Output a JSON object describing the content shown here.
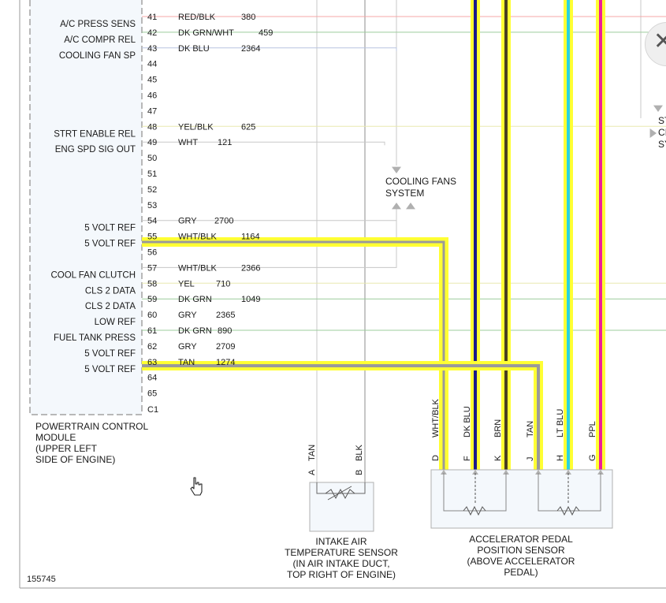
{
  "pcm": {
    "pins": [
      {
        "pin": "41",
        "func": "A/C PRESS SENS",
        "color": "RED/BLK",
        "circuit": "380"
      },
      {
        "pin": "42",
        "func": "A/C COMPR REL",
        "color": "DK GRN/WHT",
        "circuit": "459"
      },
      {
        "pin": "43",
        "func": "COOLING FAN SP",
        "color": "DK BLU",
        "circuit": "2364"
      },
      {
        "pin": "44",
        "func": "",
        "color": "",
        "circuit": ""
      },
      {
        "pin": "45",
        "func": "",
        "color": "",
        "circuit": ""
      },
      {
        "pin": "46",
        "func": "",
        "color": "",
        "circuit": ""
      },
      {
        "pin": "47",
        "func": "",
        "color": "",
        "circuit": ""
      },
      {
        "pin": "48",
        "func": "STRT ENABLE REL",
        "color": "YEL/BLK",
        "circuit": "625"
      },
      {
        "pin": "49",
        "func": "ENG SPD SIG OUT",
        "color": "WHT",
        "circuit": "121"
      },
      {
        "pin": "50",
        "func": "",
        "color": "",
        "circuit": ""
      },
      {
        "pin": "51",
        "func": "",
        "color": "",
        "circuit": ""
      },
      {
        "pin": "52",
        "func": "",
        "color": "",
        "circuit": ""
      },
      {
        "pin": "53",
        "func": "",
        "color": "",
        "circuit": ""
      },
      {
        "pin": "54",
        "func": "5 VOLT REF",
        "color": "GRY",
        "circuit": "2700"
      },
      {
        "pin": "55",
        "func": "5 VOLT REF",
        "color": "WHT/BLK",
        "circuit": "1164"
      },
      {
        "pin": "56",
        "func": "",
        "color": "",
        "circuit": ""
      },
      {
        "pin": "57",
        "func": "COOL FAN CLUTCH",
        "color": "WHT/BLK",
        "circuit": "2366"
      },
      {
        "pin": "58",
        "func": "CLS 2 DATA",
        "color": "YEL",
        "circuit": "710"
      },
      {
        "pin": "59",
        "func": "CLS 2 DATA",
        "color": "DK GRN",
        "circuit": "1049"
      },
      {
        "pin": "60",
        "func": "LOW REF",
        "color": "GRY",
        "circuit": "2365"
      },
      {
        "pin": "61",
        "func": "FUEL TANK PRESS",
        "color": "DK GRN",
        "circuit": "890"
      },
      {
        "pin": "62",
        "func": "5 VOLT REF",
        "color": "GRY",
        "circuit": "2709"
      },
      {
        "pin": "63",
        "func": "5 VOLT REF",
        "color": "TAN",
        "circuit": "1274"
      },
      {
        "pin": "64",
        "func": "",
        "color": "",
        "circuit": ""
      },
      {
        "pin": "65",
        "func": "",
        "color": "",
        "circuit": ""
      },
      {
        "pin": "C1",
        "func": "",
        "color": "",
        "circuit": ""
      }
    ],
    "label_lines": [
      "POWERTRAIN CONTROL",
      "MODULE",
      "(UPPER LEFT",
      "SIDE OF ENGINE)"
    ]
  },
  "cooling_fans": {
    "lines": [
      "COOLING FANS",
      "SYSTEM"
    ]
  },
  "right_edge": {
    "lines": [
      "STI",
      "CI",
      "SY"
    ]
  },
  "iat": {
    "wires": [
      {
        "pin": "A",
        "color": "TAN"
      },
      {
        "pin": "B",
        "color": "BLK"
      }
    ],
    "label_lines": [
      "INTAKE AIR",
      "TEMPERATURE SENSOR",
      "(IN AIR INTAKE DUCT,",
      "TOP RIGHT OF ENGINE)"
    ]
  },
  "app": {
    "wires": [
      {
        "pin": "D",
        "color": "WHT/BLK"
      },
      {
        "pin": "F",
        "color": "DK BLU"
      },
      {
        "pin": "K",
        "color": "BRN"
      },
      {
        "pin": "J",
        "color": "TAN"
      },
      {
        "pin": "H",
        "color": "LT BLU"
      },
      {
        "pin": "G",
        "color": "PPL"
      }
    ],
    "label_lines": [
      "ACCELERATOR PEDAL",
      "POSITION SENSOR",
      "(ABOVE ACCELERATOR",
      "PEDAL)"
    ]
  },
  "figure_number": "155745",
  "close_icon_glyph": "✕",
  "highlight_color": "#ffff33",
  "colors": {
    "red": "#f4a7a7",
    "dk_grn": "#9ccc9c",
    "dk_blu": "#b8c4e0",
    "blue_wire": "#1a1a8a",
    "cyan": "#29d3e0",
    "magenta": "#ee1d9a",
    "gray_wire": "#8c8c8c",
    "light_gray": "#c8c8c8"
  }
}
